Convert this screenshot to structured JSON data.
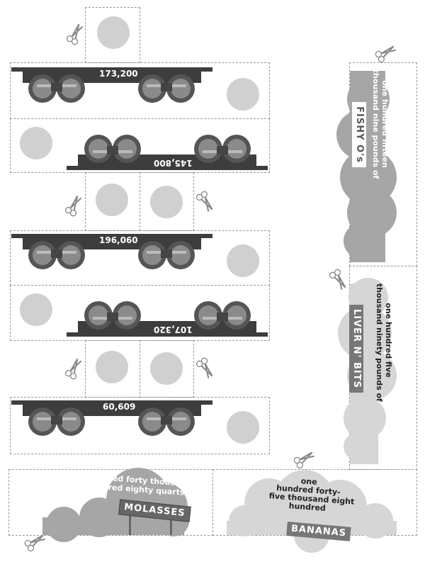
{
  "cars": [
    {
      "label": "173,200",
      "flipped": false
    },
    {
      "label": "145,800",
      "flipped": true
    },
    {
      "label": "196,060",
      "flipped": false
    },
    {
      "label": "107,320",
      "flipped": true
    },
    {
      "label": "60,609",
      "flipped": false
    }
  ],
  "cards": {
    "fishy": {
      "text1": "one hundred fifteen",
      "text2": "thousand nine pounds of",
      "sign": "FISHY O's"
    },
    "liver": {
      "text1": "one hundred five",
      "text2": "thousand ninety pounds of",
      "sign": "LIVER N' BITS"
    },
    "molasses": {
      "text1": "one hundred forty thousand",
      "text2": "five hundred eighty quarts of",
      "sign": "MOLASSES"
    },
    "bananas": {
      "text1": "one",
      "text2": "hundred forty-",
      "text3": "five thousand eight",
      "text4": "hundred",
      "sign": "BANANAS"
    }
  },
  "colors": {
    "car": "#3d3d3d",
    "wheel_outer": "#555555",
    "wheel_inner": "#8a8a8a",
    "dot": "#d0d0d0",
    "cloud_dark": "#a6a6a6",
    "cloud_light": "#d6d6d6"
  }
}
